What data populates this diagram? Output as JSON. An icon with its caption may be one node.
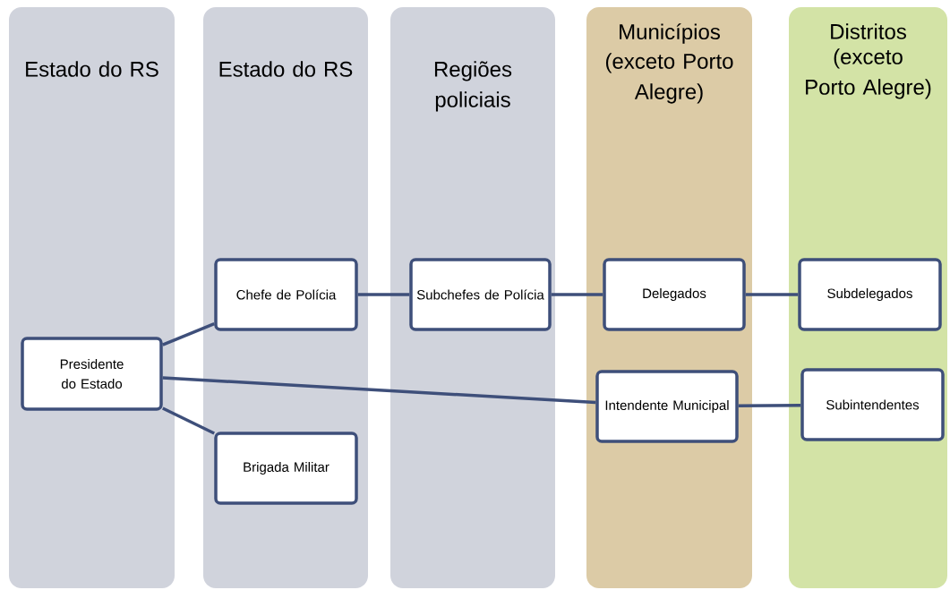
{
  "diagram": {
    "nodes": [
      {
        "text": [
          "Estado do RS"
        ]
      },
      {
        "text": [
          "Estado do RS"
        ]
      },
      {
        "text": [
          "Regiões policiais"
        ]
      },
      {
        "text": [
          "Municípios",
          "(exceto Porto Alegre)"
        ]
      },
      {
        "text": [
          "Distritos",
          "(exceto Porto Alegre)"
        ]
      },
      {
        "text": [
          "Presidente do Estado"
        ],
        "in": 0
      },
      {
        "text": [
          "Chefe de Polícia"
        ],
        "in": 1
      },
      {
        "text": [
          "Brigada Militar"
        ],
        "in": 1
      },
      {
        "text": [
          "Subchefes de Polícia"
        ],
        "in": 2
      },
      {
        "text": [
          "Delegados"
        ],
        "in": 3
      },
      {
        "text": [
          "Intendente Municipal"
        ],
        "in": 3
      },
      {
        "text": [
          "Subdelegados"
        ],
        "in": 4
      },
      {
        "text": [
          "Subintendentes"
        ],
        "in": 4
      }
    ],
    "edges": [
      {
        "from": 5,
        "to": 6,
        "arrow": "none"
      },
      {
        "from": 5,
        "to": 7,
        "arrow": "none"
      },
      {
        "from": 5,
        "to": 10,
        "arrow": "none"
      },
      {
        "from": 6,
        "to": 8,
        "arrow": "none"
      },
      {
        "from": 8,
        "to": 9,
        "arrow": "none"
      },
      {
        "from": 9,
        "to": 11,
        "arrow": "none"
      },
      {
        "from": 10,
        "to": 12,
        "arrow": "none"
      }
    ]
  }
}
